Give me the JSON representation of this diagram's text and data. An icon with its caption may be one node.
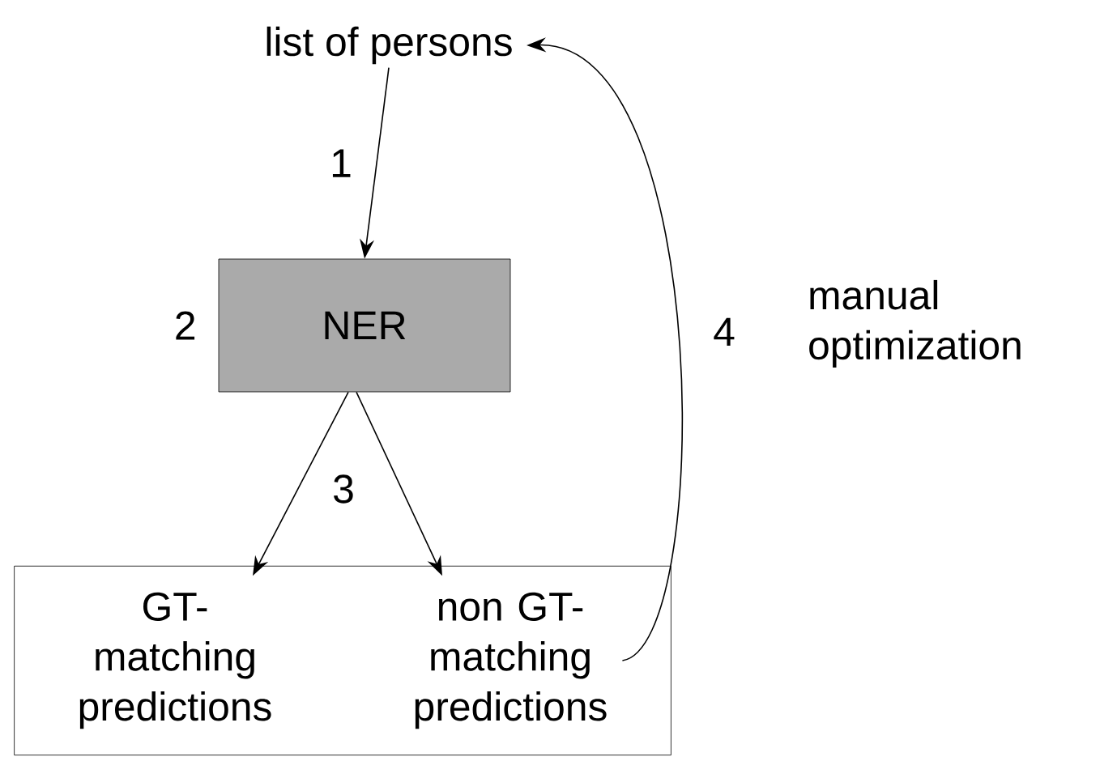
{
  "diagram": {
    "nodes": [
      {
        "text": [
          "list of persons"
        ]
      },
      {
        "text": [
          "NER"
        ],
        "beside": [
          "2"
        ]
      },
      {
        "text": [],
        "shape": "box"
      },
      {
        "text": [
          "GT- matching predictions"
        ],
        "in": 2
      },
      {
        "text": [
          "non GT- matching predictions"
        ],
        "in": 2
      }
    ],
    "edges": [
      {
        "from": 0,
        "to": 1,
        "arrow": "to",
        "label": "1"
      },
      {
        "from": 1,
        "to": 3,
        "arrow": "to"
      },
      {
        "from": 1,
        "to": 4,
        "arrow": "to"
      },
      {
        "from": 4,
        "to": 0,
        "arrow": "to",
        "label": "4"
      }
    ],
    "labels": [
      "3",
      "manual optimization"
    ]
  }
}
